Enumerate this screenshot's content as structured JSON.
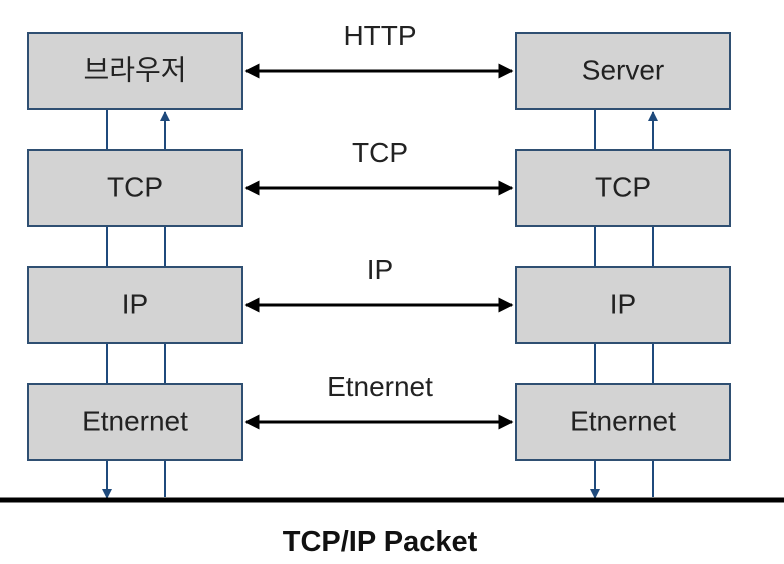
{
  "diagram": {
    "left_stack": [
      "브라우저",
      "TCP",
      "IP",
      "Etnernet"
    ],
    "right_stack": [
      "Server",
      "TCP",
      "IP",
      "Etnernet"
    ],
    "protocols": [
      "HTTP",
      "TCP",
      "IP",
      "Etnernet"
    ],
    "caption": "TCP/IP Packet",
    "colors": {
      "box_fill": "#d3d3d3",
      "box_border": "#2f4f72",
      "vertical_lines": "#1f4a7c",
      "arrows": "#000000",
      "network_line": "#000000"
    }
  }
}
